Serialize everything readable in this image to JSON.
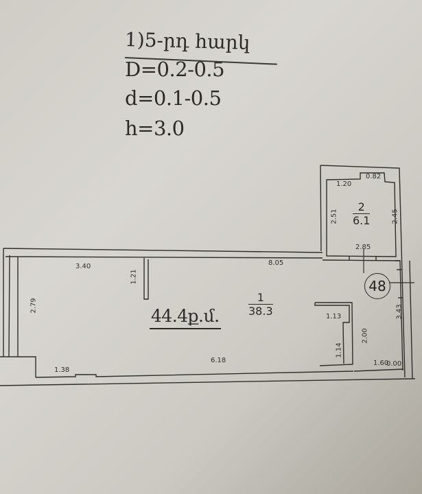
{
  "header": {
    "title": "1)5-րդ հարկ",
    "params": [
      {
        "label": "D=0.2-0.5"
      },
      {
        "label": "d=0.1-0.5"
      },
      {
        "label": "h=3.0"
      }
    ]
  },
  "plan": {
    "total_area": "44.4ք.մ.",
    "apartment_number": "48",
    "rooms": [
      {
        "number": "1",
        "area": "38.3"
      },
      {
        "number": "2",
        "area": "6.1"
      }
    ],
    "dimensions": {
      "room1_top_left": "3.40",
      "room1_top_right": "8.05",
      "room1_left": "2.79",
      "room1_bottom_left": "1.38",
      "room1_bottom": "6.18",
      "partition_stub": "1.21",
      "niche_top": "1.13",
      "niche_side": "1.14",
      "corridor_left": "2.00",
      "corridor_right": "3.43",
      "corridor_bottom": "1.60",
      "corridor_bottom_overlap": "0.00",
      "room2_top_left": "1.20",
      "room2_top_right": "0.82",
      "room2_left": "2.51",
      "room2_right": "2.45",
      "room2_bottom": "2.85"
    }
  },
  "colors": {
    "paper": "#d3d1ca",
    "ink": "#2a2a28"
  }
}
